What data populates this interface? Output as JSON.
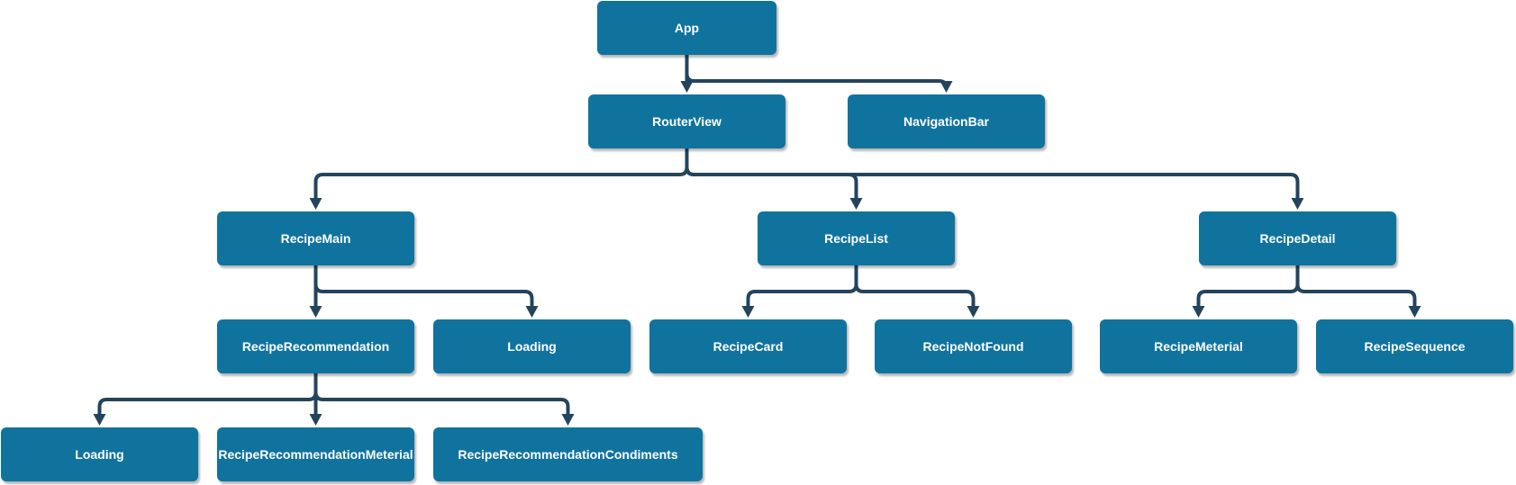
{
  "diagram": {
    "nodes": {
      "app": "App",
      "router_view": "RouterView",
      "navigation_bar": "NavigationBar",
      "recipe_main": "RecipeMain",
      "recipe_list": "RecipeList",
      "recipe_detail": "RecipeDetail",
      "recipe_recommendation": "RecipeRecommendation",
      "loading_main": "Loading",
      "recipe_card": "RecipeCard",
      "recipe_not_found": "RecipeNotFound",
      "recipe_meterial": "RecipeMeterial",
      "recipe_sequence": "RecipeSequence",
      "loading_recommendation": "Loading",
      "recipe_recommendation_meterial": "RecipeRecommendationMeterial",
      "recipe_recommendation_condiments": "RecipeRecommendationCondiments"
    },
    "edges": [
      [
        "app",
        "router_view"
      ],
      [
        "app",
        "navigation_bar"
      ],
      [
        "router_view",
        "recipe_main"
      ],
      [
        "router_view",
        "recipe_list"
      ],
      [
        "router_view",
        "recipe_detail"
      ],
      [
        "recipe_main",
        "recipe_recommendation"
      ],
      [
        "recipe_main",
        "loading_main"
      ],
      [
        "recipe_list",
        "recipe_card"
      ],
      [
        "recipe_list",
        "recipe_not_found"
      ],
      [
        "recipe_detail",
        "recipe_meterial"
      ],
      [
        "recipe_detail",
        "recipe_sequence"
      ],
      [
        "recipe_recommendation",
        "loading_recommendation"
      ],
      [
        "recipe_recommendation",
        "recipe_recommendation_meterial"
      ],
      [
        "recipe_recommendation",
        "recipe_recommendation_condiments"
      ]
    ],
    "colors": {
      "node_fill": "#10739e",
      "node_text": "#ffffff",
      "connector": "#23445d"
    }
  }
}
